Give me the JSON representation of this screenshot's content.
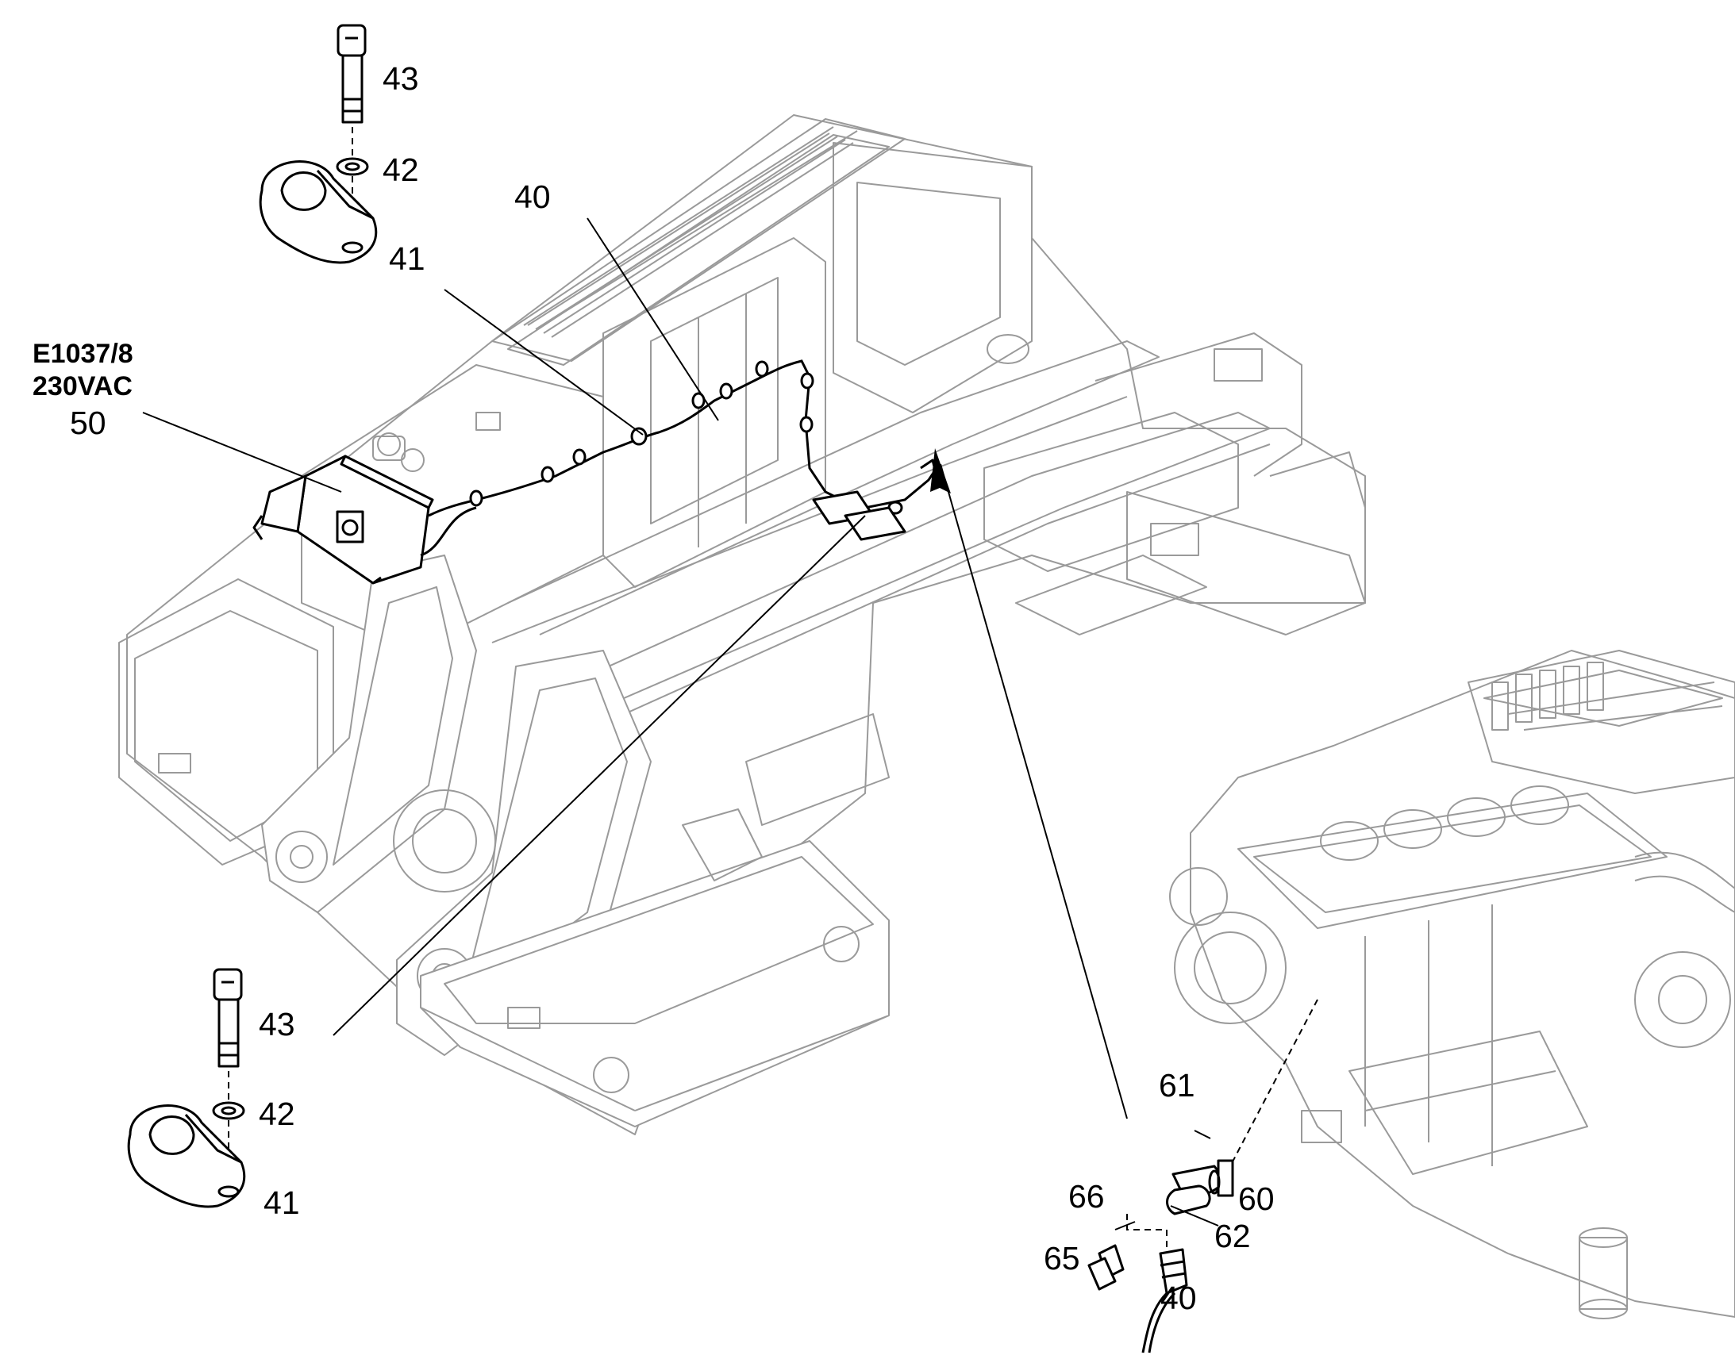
{
  "callouts": {
    "c43_top": "43",
    "c42_top": "42",
    "c41_top": "41",
    "c40_top": "40",
    "e_code": "E1037/8",
    "voltage": "230VAC",
    "c50": "50",
    "c43_bottom": "43",
    "c42_bottom": "42",
    "c41_bottom": "41",
    "c61": "61",
    "c66": "66",
    "c60": "60",
    "c65": "65",
    "c62": "62",
    "c40_bottom": "40"
  }
}
